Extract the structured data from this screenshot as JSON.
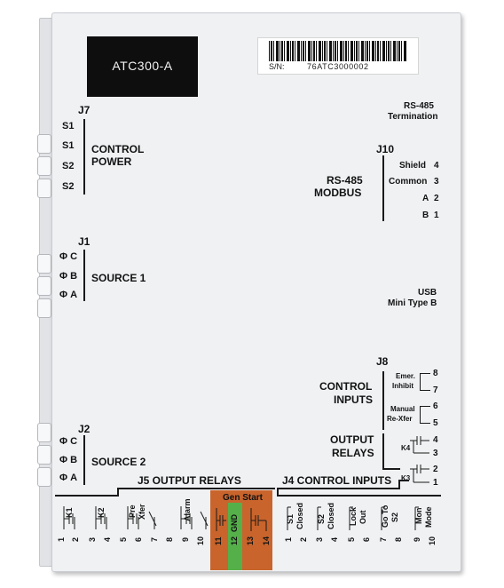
{
  "model": "ATC300-A",
  "serial_label": "S/N:",
  "serial_number": "76ATC3000002",
  "j7": {
    "label": "J7",
    "pins": [
      "S1",
      "S1",
      "S2",
      "S2"
    ],
    "title_line1": "CONTROL",
    "title_line2": "POWER"
  },
  "rs485_term": {
    "line1": "RS-485",
    "line2": "Termination"
  },
  "j10": {
    "label": "J10",
    "title_line1": "RS-485",
    "title_line2": "MODBUS",
    "pins": [
      {
        "name": "Shield",
        "num": "4"
      },
      {
        "name": "Common",
        "num": "3"
      },
      {
        "name": "A",
        "num": "2"
      },
      {
        "name": "B",
        "num": "1"
      }
    ]
  },
  "j1": {
    "label": "J1",
    "pins": [
      "Φ C",
      "Φ B",
      "Φ A"
    ],
    "title": "SOURCE 1"
  },
  "usb": {
    "line1": "USB",
    "line2": "Mini Type B"
  },
  "j8": {
    "label": "J8",
    "title_line1": "CONTROL",
    "title_line2": "INPUTS",
    "emer_line1": "Emer.",
    "emer_line2": "Inhibit",
    "manual_line1": "Manual",
    "manual_line2": "Re-Xfer",
    "nums": [
      "8",
      "7",
      "6",
      "5"
    ]
  },
  "output_relays": {
    "title_line1": "OUTPUT",
    "title_line2": "RELAYS",
    "k4": "K4",
    "k3": "K3",
    "nums": [
      "4",
      "3",
      "2",
      "1"
    ]
  },
  "j2": {
    "label": "J2",
    "pins": [
      "Φ C",
      "Φ B",
      "Φ A"
    ],
    "title": "SOURCE 2"
  },
  "j5": {
    "title": "J5 OUTPUT RELAYS",
    "k1": "K1",
    "k2": "K2",
    "pre_line1": "Pre",
    "pre_line2": "Xfer",
    "alarm": "Alarm",
    "nums": [
      "1",
      "2",
      "3",
      "4",
      "5",
      "6",
      "7",
      "8",
      "9",
      "10"
    ]
  },
  "gen_start": {
    "title": "Gen Start",
    "nums": [
      "11",
      "12",
      "13",
      "14"
    ],
    "gnd": "GND"
  },
  "j4": {
    "title": "J4 CONTROL INPUTS",
    "labels": [
      {
        "line1": "S1",
        "line2": "Closed"
      },
      {
        "line1": "S2",
        "line2": "Closed"
      },
      {
        "line1": "Lock",
        "line2": "Out"
      },
      {
        "line1": "Go To",
        "line2": "S2"
      },
      {
        "line1": "Mon",
        "line2": "Mode"
      }
    ],
    "nums": [
      "1",
      "2",
      "3",
      "4",
      "5",
      "6",
      "7",
      "8",
      "9",
      "10"
    ]
  },
  "colors": {
    "gen_start_orange": "#c8642c",
    "gnd_green": "#55b04a",
    "label_black": "#0e0e0e"
  }
}
